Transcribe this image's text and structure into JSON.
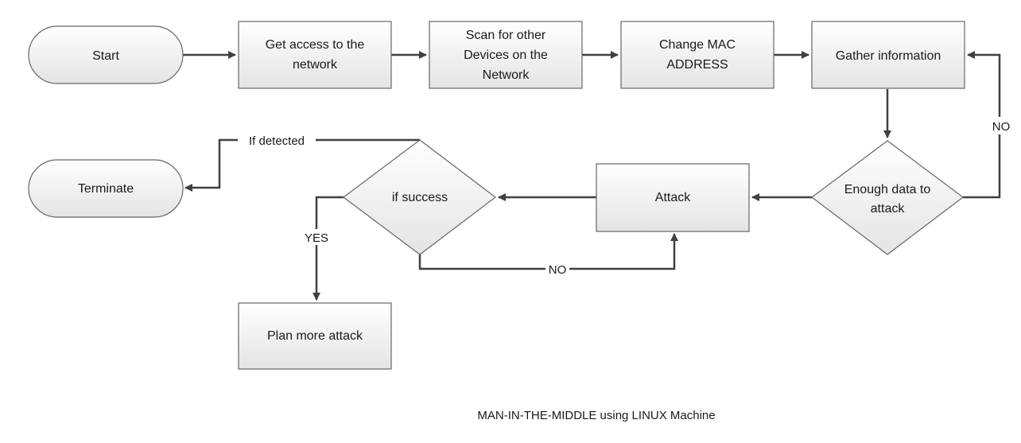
{
  "nodes": {
    "start": "Start",
    "get_access": [
      "Get access to the",
      "network"
    ],
    "scan": [
      "Scan for other",
      "Devices on the",
      "Network"
    ],
    "change_mac": [
      "Change MAC",
      "ADDRESS"
    ],
    "gather": "Gather information",
    "enough_data": [
      "Enough data to",
      "attack"
    ],
    "attack": "Attack",
    "if_success": "if success",
    "terminate": "Terminate",
    "plan_more": "Plan more attack"
  },
  "edge_labels": {
    "no_gather": "NO",
    "no_attack": "NO",
    "yes": "YES",
    "if_detected": "If detected"
  },
  "caption": "MAN-IN-THE-MIDDLE using LINUX Machine",
  "colors": {
    "box_fill_top": "#ffffff",
    "box_fill_bottom": "#e6e6e6",
    "stroke": "#666666",
    "arrow": "#404040"
  }
}
